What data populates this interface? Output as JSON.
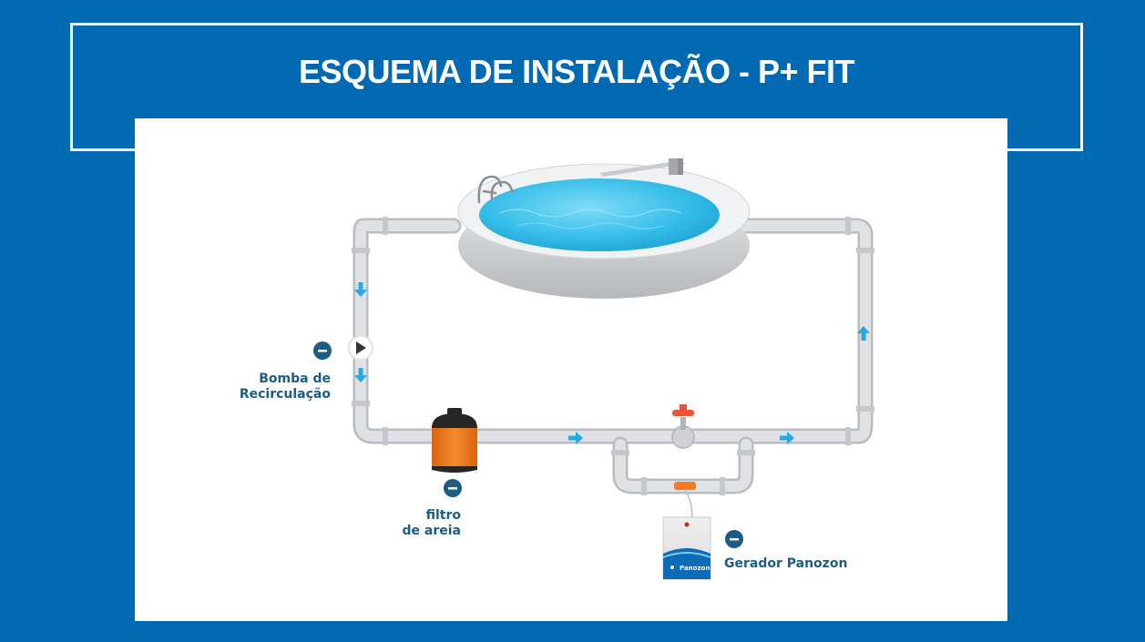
{
  "slide": {
    "title": "ESQUEMA DE INSTALAÇÃO - P+ FIT"
  },
  "diagram": {
    "labels": {
      "pump_line1": "Bomba de",
      "pump_line2": "Recirculação",
      "filter_line1": "filtro",
      "filter_line2": "de areia",
      "generator": "Gerador Panozon",
      "generator_brand": "Panozon"
    },
    "colors": {
      "background": "#0069b1",
      "pipe": "#d6d8db",
      "pipe_edge": "#b9bcc0",
      "water": "#35bde9",
      "flow_arrow": "#27a9e1",
      "marker": "#1d5d83",
      "filter_body": "#f47b20",
      "filter_cap": "#262626",
      "valve_handle": "#e8553b",
      "label_text": "#1d5d83"
    }
  }
}
